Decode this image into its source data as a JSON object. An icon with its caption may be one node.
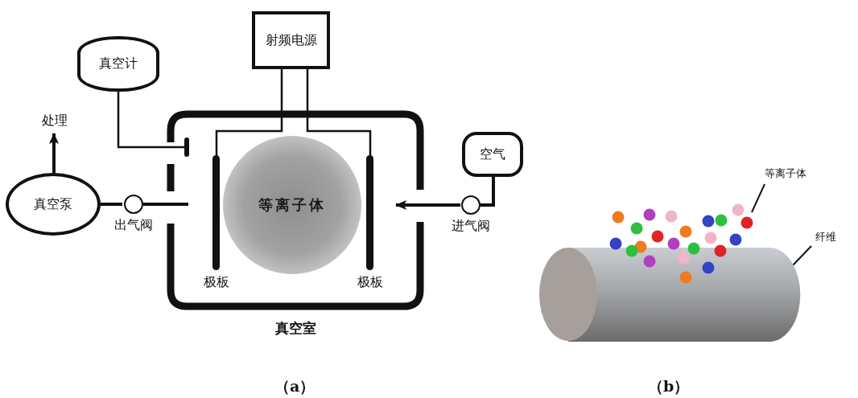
{
  "diagram": {
    "nodes": [
      {
        "text": [
          "射频电源"
        ]
      },
      {
        "text": [
          "真空计"
        ]
      },
      {
        "text": [
          "真空室"
        ]
      },
      {
        "text": [
          "等离子体"
        ],
        "in": 2
      },
      {
        "text": [
          "极板"
        ],
        "in": 2
      },
      {
        "text": [
          "极板"
        ],
        "in": 2
      },
      {
        "text": [
          "真空泵"
        ]
      },
      {
        "text": [
          "处理"
        ]
      },
      {
        "text": [
          "出气阀"
        ]
      },
      {
        "text": [
          "进气阀"
        ]
      },
      {
        "text": [
          "空气"
        ]
      },
      {
        "text": [
          "等离子体"
        ]
      },
      {
        "text": [],
        "shape": "cylinder"
      },
      {
        "text": [
          "纤维"
        ]
      },
      {
        "text": [],
        "shape": "picture"
      }
    ],
    "edges": [
      {
        "from": 0,
        "to": 4,
        "arrow": "none"
      },
      {
        "from": 0,
        "to": 5,
        "arrow": "none"
      },
      {
        "from": 1,
        "to": 2,
        "arrow": "other"
      },
      {
        "from": 6,
        "to": 7,
        "arrow": "to"
      },
      {
        "from": 6,
        "to": 8,
        "arrow": "none"
      },
      {
        "from": 8,
        "to": 2,
        "arrow": "none"
      },
      {
        "from": 10,
        "to": 9,
        "arrow": "none"
      },
      {
        "from": 9,
        "to": 2,
        "arrow": "to"
      },
      {
        "from": 11,
        "to": 14,
        "arrow": "none"
      },
      {
        "from": 13,
        "to": 12,
        "arrow": "none"
      }
    ],
    "labels": [
      "（a）",
      "（b）"
    ]
  }
}
